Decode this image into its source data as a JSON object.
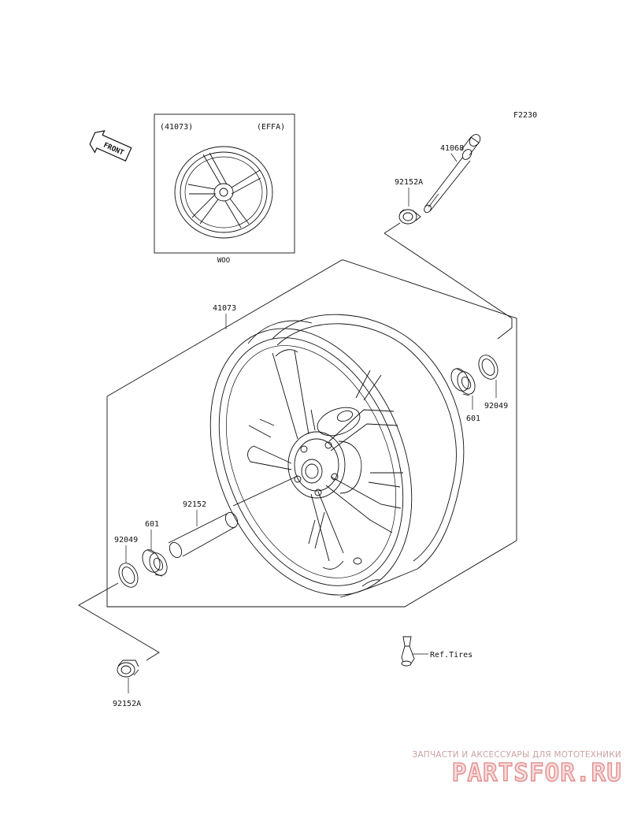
{
  "frame_ref": "F2230",
  "front_arrow": {
    "text": "FRONT"
  },
  "inset": {
    "part_no": "(41073)",
    "variant": "(EFFA)",
    "color_code": "WOO"
  },
  "callouts": {
    "axle": "41068",
    "collar_right": "92152A",
    "wheel": "41073",
    "bearing_right": "601",
    "seal_right": "92049",
    "spacer": "92152",
    "bearing_left": "601",
    "seal_left": "92049",
    "collar_left": "92152A",
    "valve_ref": "Ref.Tires"
  },
  "watermark": {
    "caption": "ЗАПЧАСТИ И АКСЕССУАРЫ ДЛЯ МОТОТЕХНИКИ",
    "brand": "PARTSFOR.RU"
  }
}
